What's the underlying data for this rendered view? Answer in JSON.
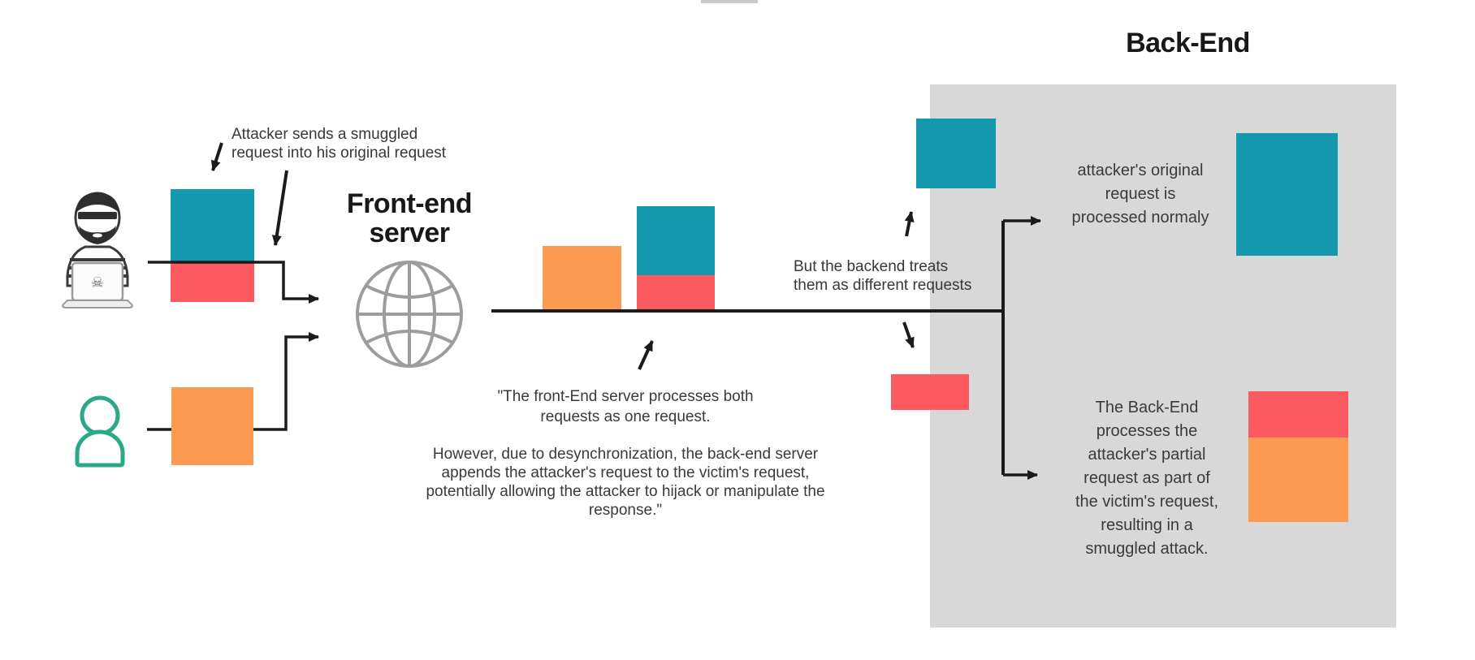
{
  "header": {
    "front_end_title": "Front-end server",
    "back_end_title": "Back-End"
  },
  "notes": {
    "attacker_note": [
      "Attacker sends a smuggled",
      "request into his original request"
    ],
    "frontend_quote_p1": [
      "\"The front-End server processes both",
      "requests as one request."
    ],
    "frontend_quote_p2": [
      "However, due to desynchronization, the back-end server",
      "appends the attacker's request to the victim's request,",
      "potentially allowing the attacker to hijack or manipulate the",
      "response.\""
    ],
    "backend_note": [
      "But the backend treats",
      "them as different requests"
    ],
    "normal_note": [
      "attacker's original",
      "request is",
      "processed normaly"
    ],
    "smuggled_note": [
      "The Back-End",
      "processes the",
      "attacker's partial",
      "request as part of",
      "the victim's request,",
      "resulting in a",
      "smuggled attack."
    ]
  },
  "icons": {
    "attacker": "hacker-with-laptop-skull",
    "victim": "person-outline",
    "front_end_server": "globe"
  },
  "colors": {
    "teal": "#1398ad",
    "red": "#fb5a61",
    "orange": "#fb9a50",
    "victim_green": "#2aa887",
    "panel_gray": "#d8d8d8",
    "globe_gray": "#9d9d9d",
    "line_black": "#1b1b1b",
    "title_text": "#181818",
    "body_text": "#383838"
  }
}
